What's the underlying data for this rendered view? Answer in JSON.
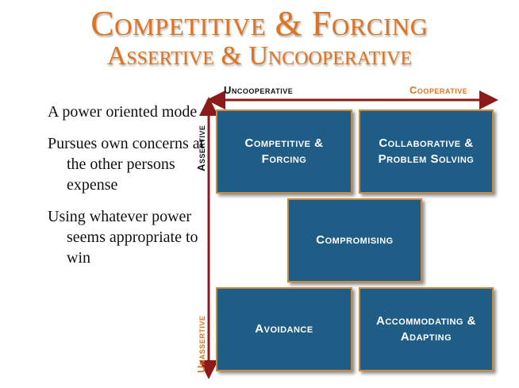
{
  "title": {
    "line1": "Competitive & Forcing",
    "line2": "Assertive & Uncooperative"
  },
  "bullets": [
    "A power oriented mode",
    "Pursues own concerns at the other persons expense",
    "Using whatever power seems appropriate to win"
  ],
  "axes": {
    "x_left": "Uncooperative",
    "x_right": "Cooperative",
    "y_top": "Assertive",
    "y_bottom": "Unassertive"
  },
  "modes": {
    "competitive": "Competitive & Forcing",
    "collaborative": "Collaborative & Problem Solving",
    "compromising": "Compromising",
    "avoidance": "Avoidance",
    "accommodating": "Accommodating & Adapting"
  },
  "colors": {
    "title": "#e0731f",
    "box_fill": "#1f5d86",
    "box_border": "#c8893a",
    "arrow": "#8b1a1a"
  }
}
